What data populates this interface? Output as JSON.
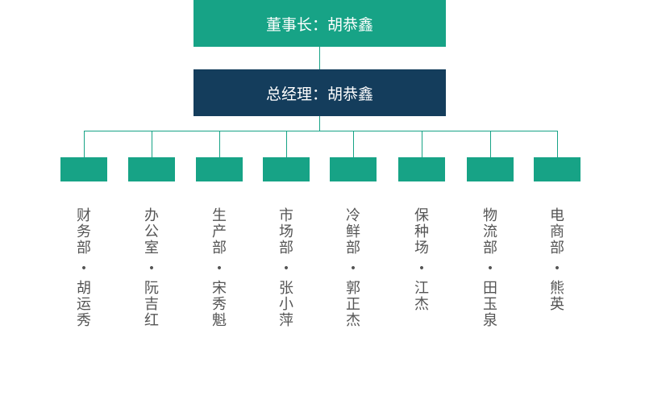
{
  "chairman": {
    "label": "董事长：胡恭鑫"
  },
  "general_manager": {
    "label": "总经理：胡恭鑫"
  },
  "colors": {
    "primary_green": "#17a386",
    "dark_navy": "#143d5c",
    "text_gray": "#555555"
  },
  "departments": [
    {
      "name": "财务部",
      "separator": "•",
      "head": "胡运秀"
    },
    {
      "name": "办公室",
      "separator": "•",
      "head": "阮吉红"
    },
    {
      "name": "生产部",
      "separator": "•",
      "head": "宋秀魁"
    },
    {
      "name": "市场部",
      "separator": "•",
      "head": "张小萍"
    },
    {
      "name": "冷鲜部",
      "separator": "•",
      "head": "郭正杰"
    },
    {
      "name": "保种场",
      "separator": "•",
      "head": "江杰"
    },
    {
      "name": "物流部",
      "separator": "•",
      "head": "田玉泉"
    },
    {
      "name": "电商部",
      "separator": "•",
      "head": "熊英"
    }
  ]
}
